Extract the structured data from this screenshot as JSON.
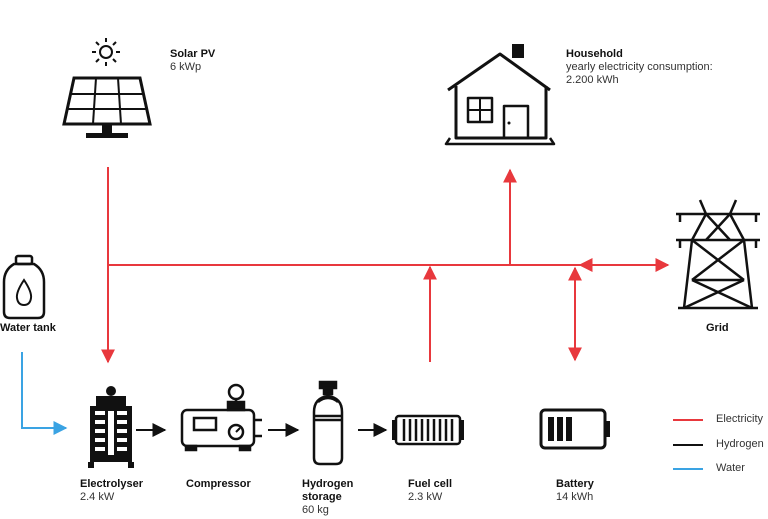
{
  "colors": {
    "electricity": "#e8383d",
    "hydrogen": "#111111",
    "water": "#3aa3e3"
  },
  "nodes": {
    "solar": {
      "title": "Solar PV",
      "detail": "6 kWp",
      "icon": "solar-panel-icon"
    },
    "household": {
      "title": "Household",
      "detail1": "yearly electricity consumption:",
      "detail2": "2.200 kWh",
      "icon": "house-icon"
    },
    "grid": {
      "title": "Grid",
      "icon": "power-tower-icon"
    },
    "water_tank": {
      "title": "Water tank",
      "icon": "water-tank-icon"
    },
    "electrolyser": {
      "title": "Electrolyser",
      "detail": "2.4 kW",
      "icon": "electrolyser-icon"
    },
    "compressor": {
      "title": "Compressor",
      "icon": "compressor-icon"
    },
    "hydrogen_storage": {
      "title1": "Hydrogen",
      "title2": "storage",
      "detail": "60 kg",
      "icon": "gas-cylinder-icon"
    },
    "fuel_cell": {
      "title": "Fuel cell",
      "detail": "2.3 kW",
      "icon": "fuel-cell-icon"
    },
    "battery": {
      "title": "Battery",
      "detail": "14 kWh",
      "icon": "battery-icon"
    }
  },
  "legend": [
    {
      "label": "Electricity",
      "color": "#e8383d"
    },
    {
      "label": "Hydrogen",
      "color": "#111111"
    },
    {
      "label": "Water",
      "color": "#3aa3e3"
    }
  ]
}
